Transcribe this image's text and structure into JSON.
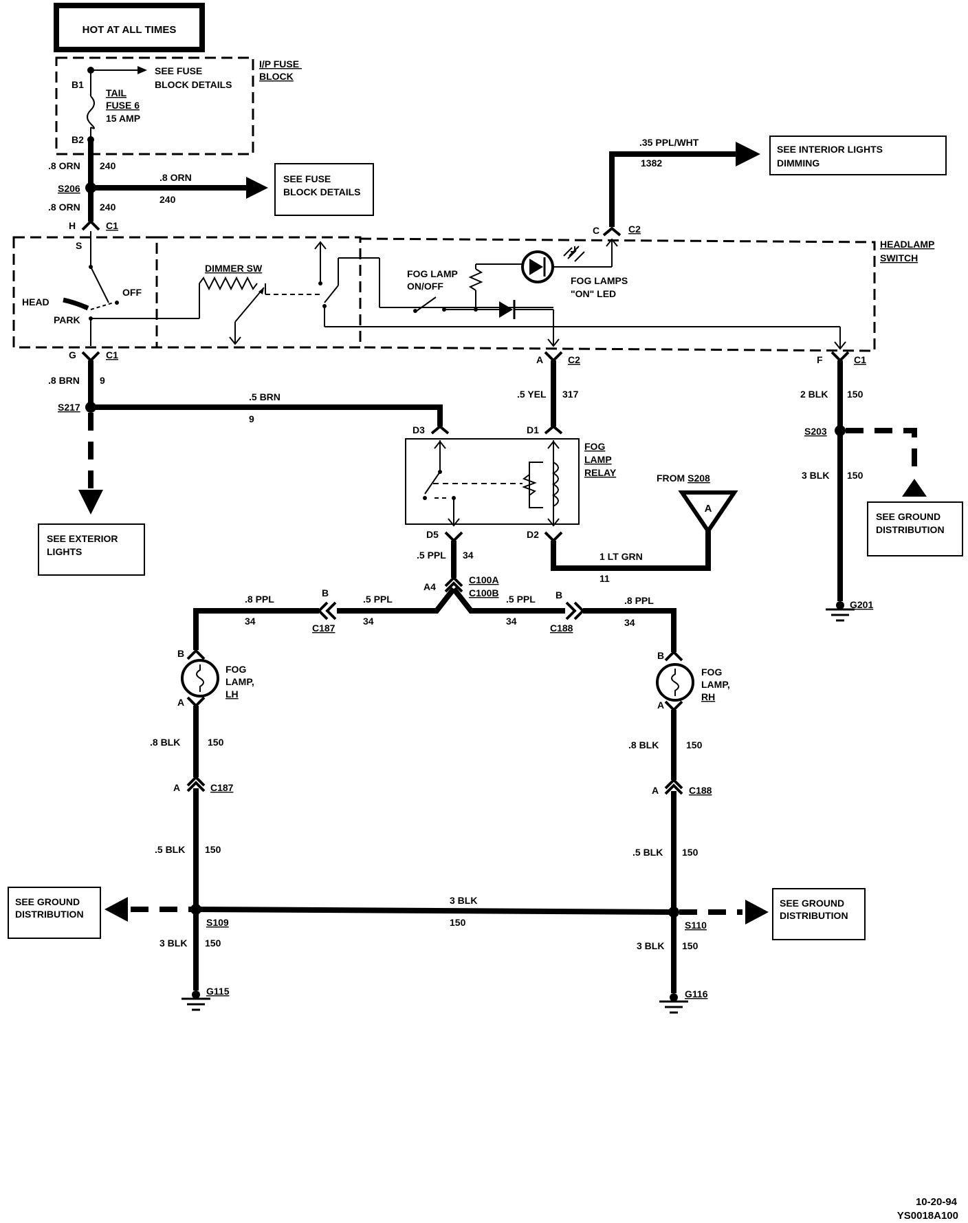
{
  "hot_label": "HOT AT ALL TIMES",
  "fuse_block": {
    "label": "I/P FUSE BLOCK",
    "see_details": "SEE FUSE BLOCK DETAILS",
    "b1": "B1",
    "b2": "B2",
    "fuse_name": "TAIL FUSE 6",
    "fuse_rating": "15 AMP"
  },
  "s206": {
    "name": "S206",
    "top_wire": ".8 ORN",
    "top_circuit": "240",
    "branch_wire": ".8 ORN",
    "branch_circuit": "240",
    "bottom_wire": ".8 ORN",
    "bottom_circuit": "240",
    "see": "SEE FUSE BLOCK DETAILS"
  },
  "interior": {
    "wire": ".35 PPL/WHT",
    "circuit": "1382",
    "see": "SEE INTERIOR LIGHTS DIMMING"
  },
  "headlamp_switch": {
    "label": "HEADLAMP SWITCH",
    "h": "H",
    "c1": "C1",
    "g": "G",
    "f": "F",
    "c": "C",
    "c2": "C2",
    "a": "A",
    "s_label": "S",
    "off": "OFF",
    "head": "HEAD",
    "park": "PARK",
    "dimmer": "DIMMER SW",
    "fog_switch": "FOG LAMP ON/OFF",
    "led": "FOG LAMPS \"ON\" LED"
  },
  "s217": {
    "name": "S217",
    "top_wire": ".8 BRN",
    "top_circuit": "9",
    "branch_wire": ".5 BRN",
    "branch_circuit": "9",
    "see": "SEE EXTERIOR LIGHTS"
  },
  "relay": {
    "label": "FOG LAMP RELAY",
    "d3": "D3",
    "d1": "D1",
    "d5": "D5",
    "d2": "D2",
    "feed_wire": ".5 YEL",
    "feed_circuit": "317",
    "out_wire": ".5 PPL",
    "out_circuit": "34",
    "gnd_wire": "1 LT GRN",
    "gnd_circuit": "11",
    "from": "FROM S208",
    "from_tag": "A"
  },
  "f_branch": {
    "wire1": "2 BLK",
    "circuit1": "150",
    "splice": "S203",
    "wire2": "3 BLK",
    "circuit2": "150",
    "ground": "G201",
    "see": "SEE GROUND DISTRIBUTION"
  },
  "c100": {
    "pin": "A4",
    "name_a": "C100A",
    "name_b": "C100B"
  },
  "left": {
    "wire_a": ".8 PPL",
    "circuit_a": "34",
    "wire_b": ".5 PPL",
    "circuit_b": "34",
    "conn": "C187",
    "pin_b": "B",
    "lamp_b": "B",
    "lamp_a": "A",
    "lamp": "FOG LAMP, LH",
    "gnd1_wire": ".8 BLK",
    "gnd1_circuit": "150",
    "conn_a": "A",
    "conn2": "C187",
    "gnd2_wire": ".5 BLK",
    "gnd2_circuit": "150",
    "splice": "S109",
    "gnd3_wire": "3 BLK",
    "gnd3_circuit": "150",
    "ground": "G115",
    "see": "SEE GROUND DISTRIBUTION"
  },
  "right": {
    "wire_a": ".5 PPL",
    "circuit_a": "34",
    "wire_b": ".8 PPL",
    "circuit_b": "34",
    "conn": "C188",
    "pin_b": "B",
    "lamp_b": "B",
    "lamp_a": "A",
    "lamp": "FOG LAMP, RH",
    "gnd1_wire": ".8 BLK",
    "gnd1_circuit": "150",
    "conn_a": "A",
    "conn2": "C188",
    "gnd2_wire": ".5 BLK",
    "gnd2_circuit": "150",
    "splice": "S110",
    "gnd3_wire": "3 BLK",
    "gnd3_circuit": "150",
    "ground": "G116",
    "see": "SEE GROUND DISTRIBUTION"
  },
  "bus": {
    "wire": "3 BLK",
    "circuit": "150"
  },
  "footer": {
    "date": "10-20-94",
    "code": "YS0018A100"
  },
  "icons": [
    "arrow-right-icon",
    "arrow-down-icon",
    "ground-symbol-icon",
    "lamp-icon",
    "diode-icon",
    "led-icon",
    "relay-coil-icon",
    "resistor-icon"
  ]
}
